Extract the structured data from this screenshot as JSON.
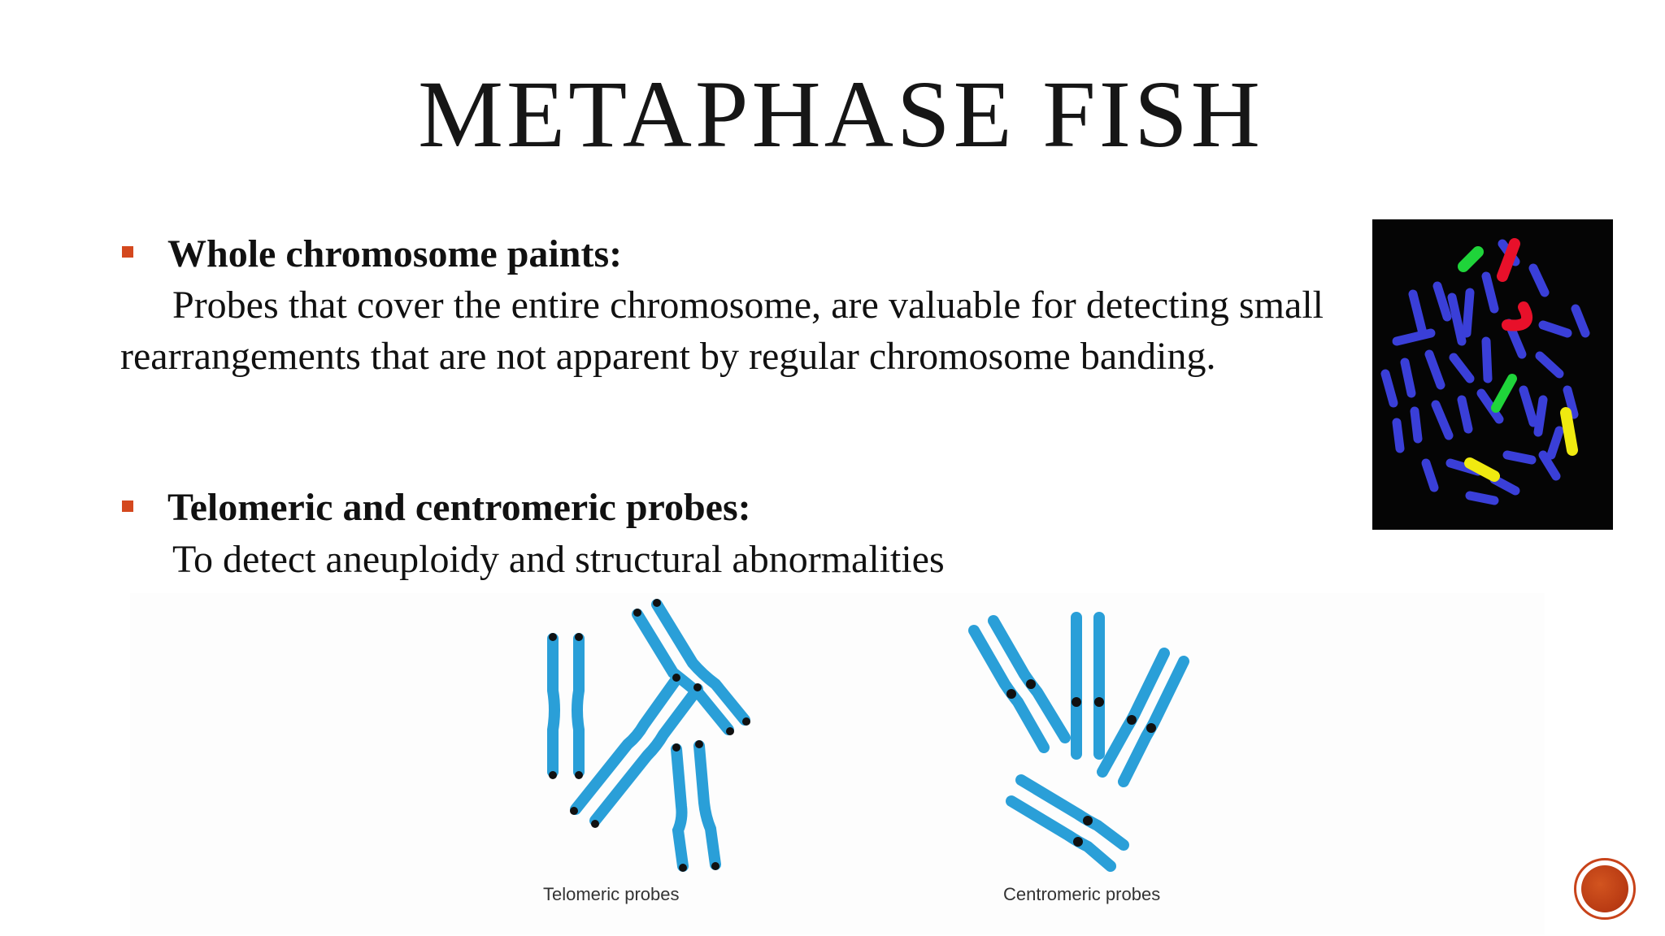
{
  "slide": {
    "title": "METAPHASE FISH",
    "accent_color": "#d4481e",
    "bullets": [
      {
        "heading": "Whole chromosome paints:",
        "body": "Probes that cover the entire chromosome, are  valuable for detecting small rearrangements that are  not apparent by regular chromosome banding."
      },
      {
        "heading": "Telomeric and centromeric probes:",
        "body": "To detect aneuploidy and structural abnormalities"
      }
    ],
    "image_metaphase": {
      "icon": "metaphase-chromosome-spread-photo",
      "colors": {
        "background": "#050505",
        "chromosome": "#3a3fd8",
        "green_paint": "#1fd43a",
        "red_paint": "#e8102a",
        "yellow_paint": "#f0ea10"
      }
    },
    "diagram": {
      "chromosome_color": "#2a9fd8",
      "probe_color": "#111111",
      "captions": {
        "telomeric": "Telomeric probes",
        "centromeric": "Centromeric probes"
      }
    },
    "nav_button": {
      "icon": "circle-nav-icon",
      "color": "#c8431a"
    }
  }
}
